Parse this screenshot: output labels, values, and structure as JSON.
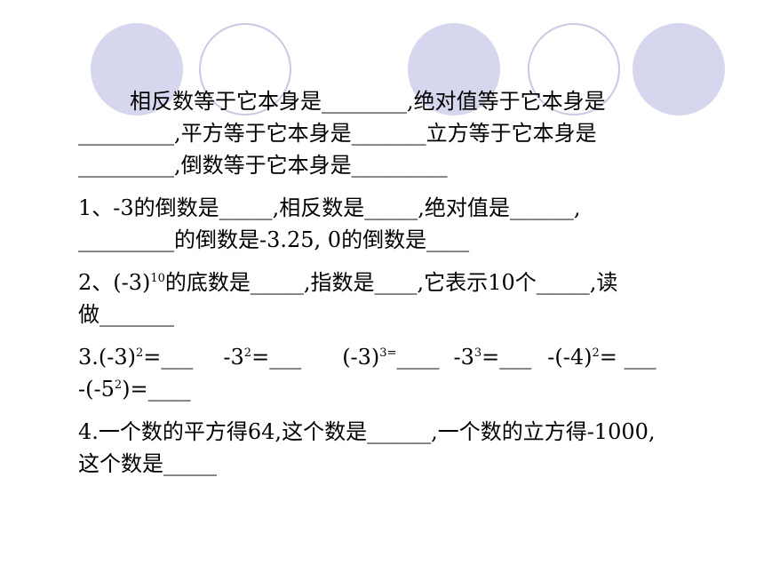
{
  "intro": {
    "l1": "相反数等于它本身是________,绝对值等于它本身是",
    "l2": "_________,平方等于它本身是_______立方等于它本身是",
    "l3": "_________,倒数等于它本身是_________"
  },
  "q1": {
    "l1": "1、-3的倒数是_____,相反数是_____,绝对值是______,",
    "l2": "_________的倒数是-3.25, 0的倒数是____"
  },
  "q2": {
    "l1_a": "2、(-3)",
    "l1_exp": "10",
    "l1_b": "的底数是_____,指数是____,它表示10个_____,读",
    "l2": "做_______"
  },
  "q3": {
    "a_base": "3.(-3)",
    "a_exp": "2",
    "a_rest": "=___",
    "b_base": "-3",
    "b_exp": "2",
    "b_rest": "=___",
    "c_base": "(-3)",
    "c_exp": "3=",
    "c_rest": "____",
    "d_base": "-3",
    "d_exp": "3",
    "d_rest": "=___",
    "e_base": "-(-4)",
    "e_exp": "2",
    "e_rest": "= ___",
    "f_base": "-(-5",
    "f_exp": "2",
    "f_rest": ")=____"
  },
  "q4": {
    "l1": "4.一个数的平方得64,这个数是______,一个数的立方得-1000,",
    "l2": "这个数是_____"
  }
}
